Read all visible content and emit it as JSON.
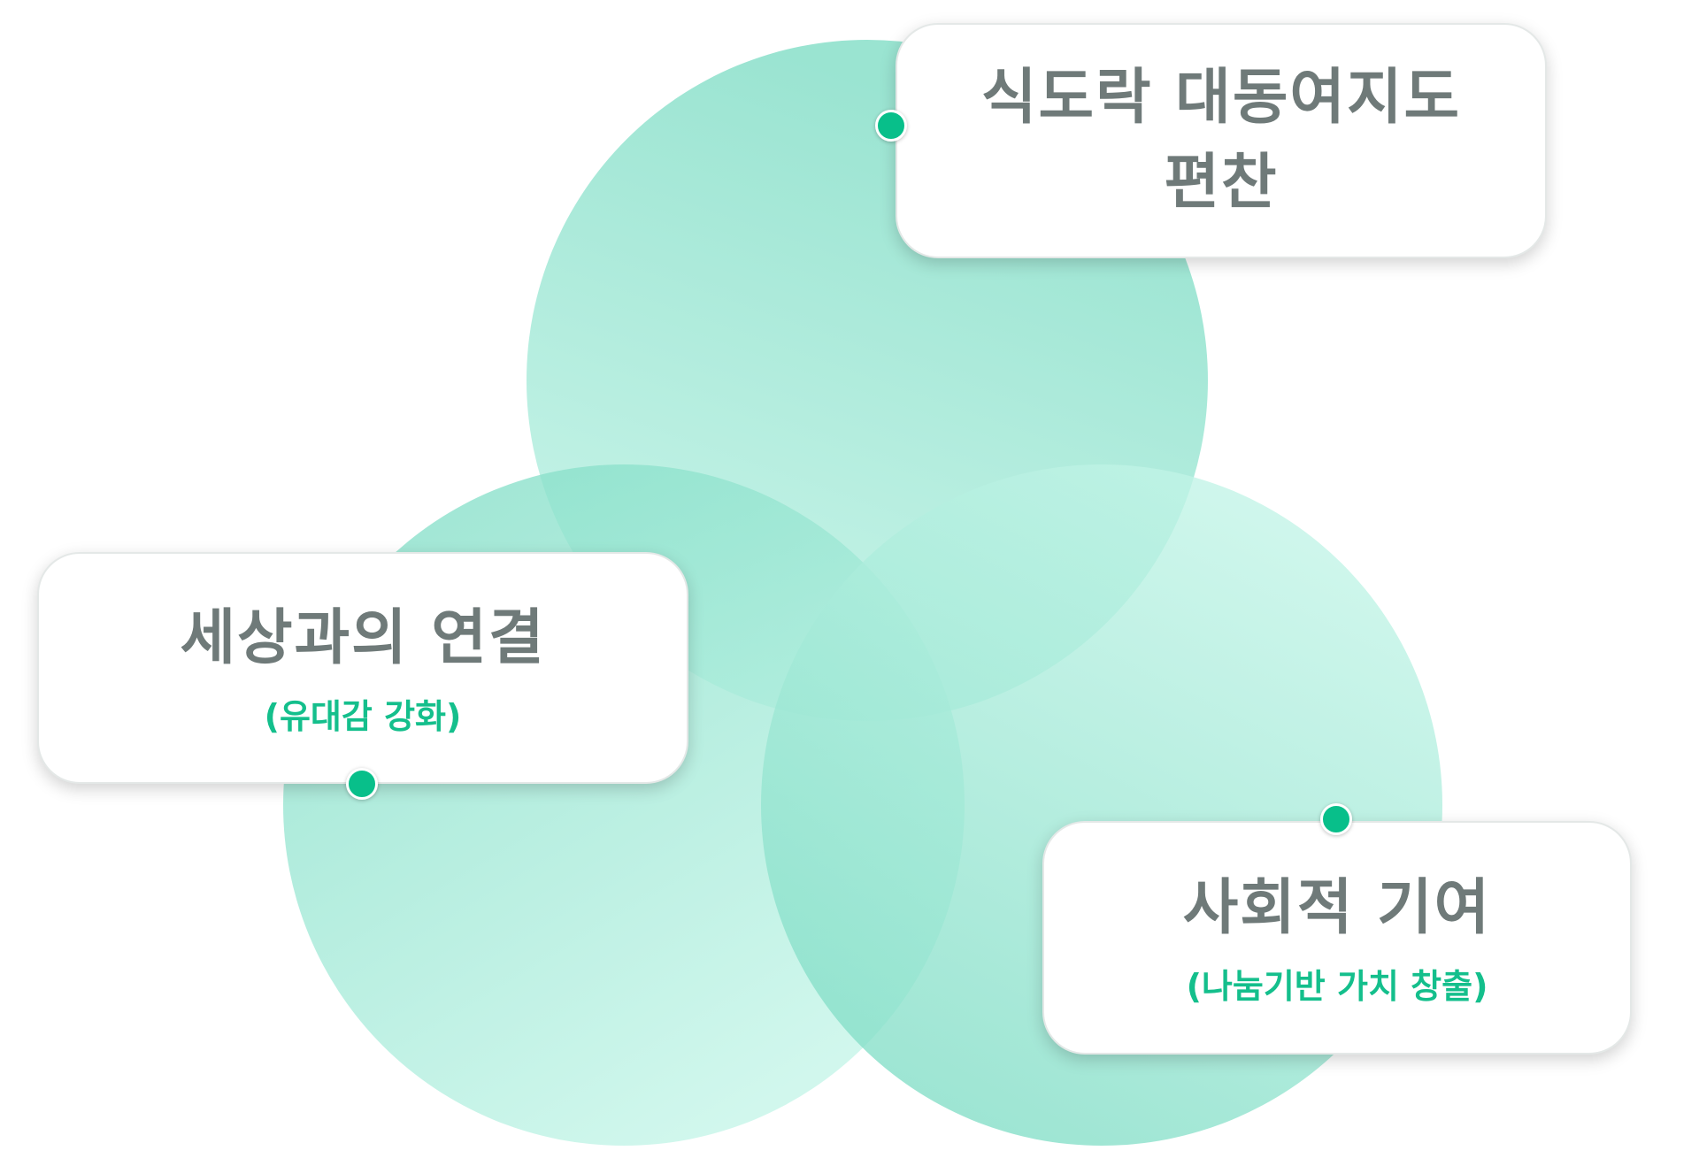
{
  "colors": {
    "circle_light": "#c4f5e8",
    "circle_dark": "#7ddcc4",
    "title_text": "#6f7a79",
    "accent": "#14bf8c",
    "dot": "#08bf8a"
  },
  "diagram": {
    "top": {
      "title_line1": "식도락 대동여지도",
      "title_line2": "편찬"
    },
    "left": {
      "title": "세상과의 연결",
      "subtitle": "(유대감 강화)"
    },
    "right": {
      "title": "사회적 기여",
      "subtitle": "(나눔기반 가치 창출)"
    }
  }
}
